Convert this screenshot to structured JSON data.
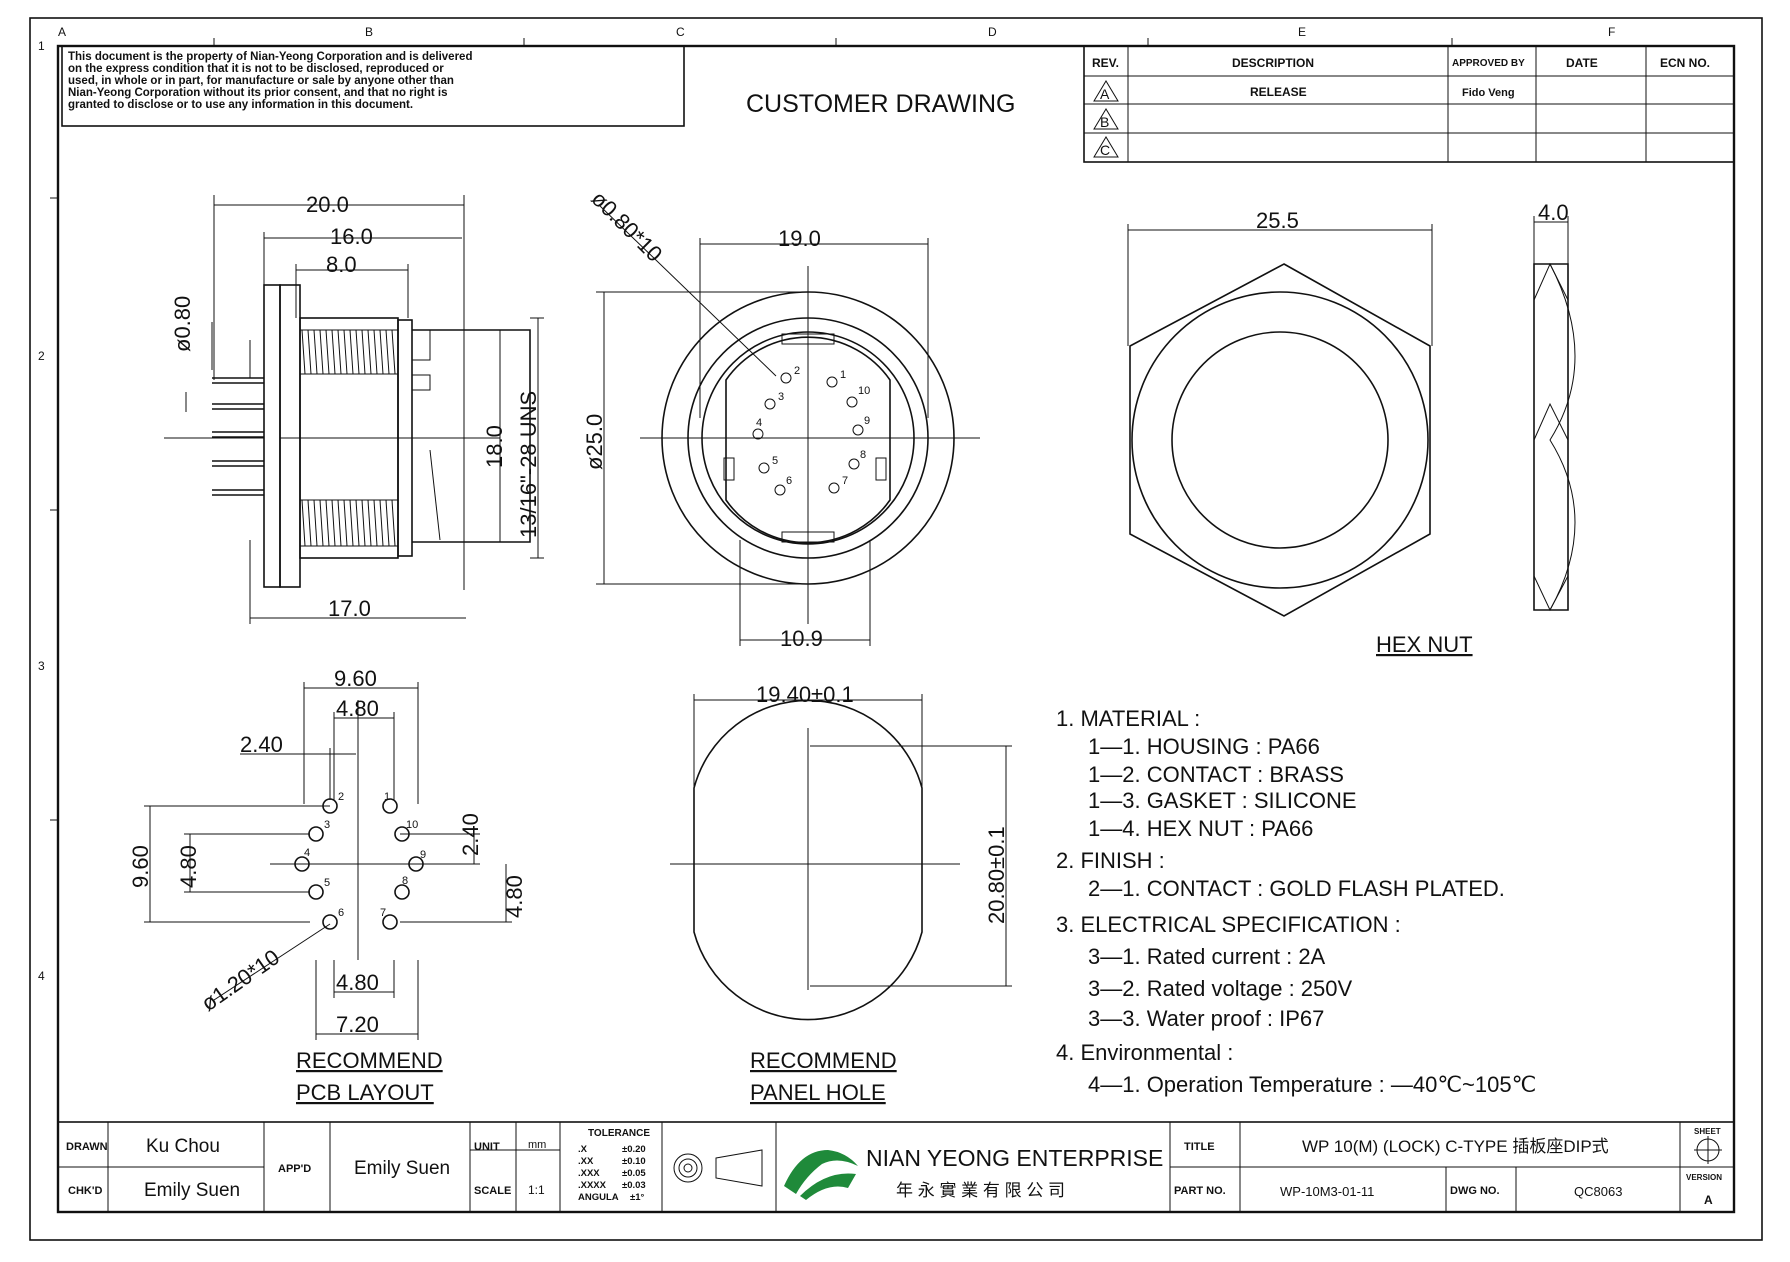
{
  "title_main": "CUSTOMER DRAWING",
  "disclaimer": [
    "This document is the property of Nian-Yeong Corporation and is delivered",
    "on   the   express condition that it is not to be disclosed, reproduced or",
    "used, in whole or in part, for manufacture or sale by anyone other than",
    "Nian-Yeong Corporation without  its prior consent, and that  no right  is",
    "granted to disclose or to use any information in this  document."
  ],
  "grid": {
    "cols": [
      "A",
      "B",
      "C",
      "D",
      "E",
      "F"
    ],
    "rows": [
      "1",
      "2",
      "3",
      "4"
    ]
  },
  "revision_table": {
    "headers": [
      "REV.",
      "DESCRIPTION",
      "APPROVED BY",
      "DATE",
      "ECN NO."
    ],
    "rows": [
      {
        "rev": "A",
        "description": "RELEASE",
        "approved": "Fido Veng",
        "date": "",
        "ecn": ""
      },
      {
        "rev": "B",
        "description": "",
        "approved": "",
        "date": "",
        "ecn": ""
      },
      {
        "rev": "C",
        "description": "",
        "approved": "",
        "date": "",
        "ecn": ""
      }
    ]
  },
  "side_view": {
    "dims": [
      "20.0",
      "16.0",
      "8.0",
      "17.0",
      "18.0",
      "13/16\"-28 UNS",
      "ø0.80"
    ]
  },
  "front_view": {
    "dims": [
      "19.0",
      "ø25.0",
      "10.9",
      "ø0.80*10"
    ],
    "pins": [
      "1",
      "2",
      "3",
      "4",
      "5",
      "6",
      "7",
      "8",
      "9",
      "10"
    ]
  },
  "hex_nut": {
    "dims": [
      "25.5",
      "4.0"
    ],
    "label": "HEX  NUT"
  },
  "pcb_layout": {
    "dims": [
      "9.60",
      "4.80",
      "2.40",
      "9.60",
      "4.80",
      "2.40",
      "4.80",
      "4.80",
      "7.20",
      "ø1.20*10"
    ],
    "label_line1": "RECOMMEND",
    "label_line2": "PCB  LAYOUT"
  },
  "panel_hole": {
    "dims": [
      "19.40±0.1",
      "20.80±0.1"
    ],
    "label_line1": "RECOMMEND",
    "label_line2": "PANEL  HOLE"
  },
  "notes": [
    "1.  MATERIAL  :",
    "1—1.  HOUSING  :  PA66",
    "1—2.  CONTACT  :  BRASS",
    "1—3.  GASKET  :  SILICONE",
    "1—4.  HEX  NUT  :  PA66",
    "2.  FINISH  :",
    "2—1.  CONTACT  :  GOLD  FLASH  PLATED.",
    "3.  ELECTRICAL  SPECIFICATION  :",
    "3—1.  Rated  current  :  2A",
    "3—2.  Rated  voltage  :  250V",
    "3—3.  Water  proof  :  IP67",
    "4.  Environmental  :",
    "4—1.  Operation  Temperature  :  —40℃~105℃"
  ],
  "title_block": {
    "drawn_label": "DRAWN",
    "drawn": "Ku Chou",
    "chkd_label": "CHK'D",
    "chkd": "Emily Suen",
    "appd_label": "APP'D",
    "appd": "Emily Suen",
    "unit_label": "UNIT",
    "unit": "mm",
    "scale_label": "SCALE",
    "scale": "1:1",
    "tolerance_label": "TOLERANCE",
    "tolerance_rows": [
      [
        ".X",
        "±0.20"
      ],
      [
        ".XX",
        "±0.10"
      ],
      [
        ".XXX",
        "±0.05"
      ],
      [
        ".XXXX",
        "±0.03"
      ],
      [
        "ANGULA",
        "±1°"
      ]
    ],
    "company": "NIAN YEONG ENTERPRISE",
    "company_cn": "年 永 實 業 有 限 公 司",
    "title_label": "TITLE",
    "title": "WP 10(M) (LOCK) C-TYPE 插板座DIP式",
    "part_label": "PART NO.",
    "part": "WP-10M3-01-11",
    "dwg_label": "DWG NO.",
    "dwg": "QC8063",
    "sheet_label": "SHEET",
    "version_label": "VERSION",
    "version": "A"
  }
}
